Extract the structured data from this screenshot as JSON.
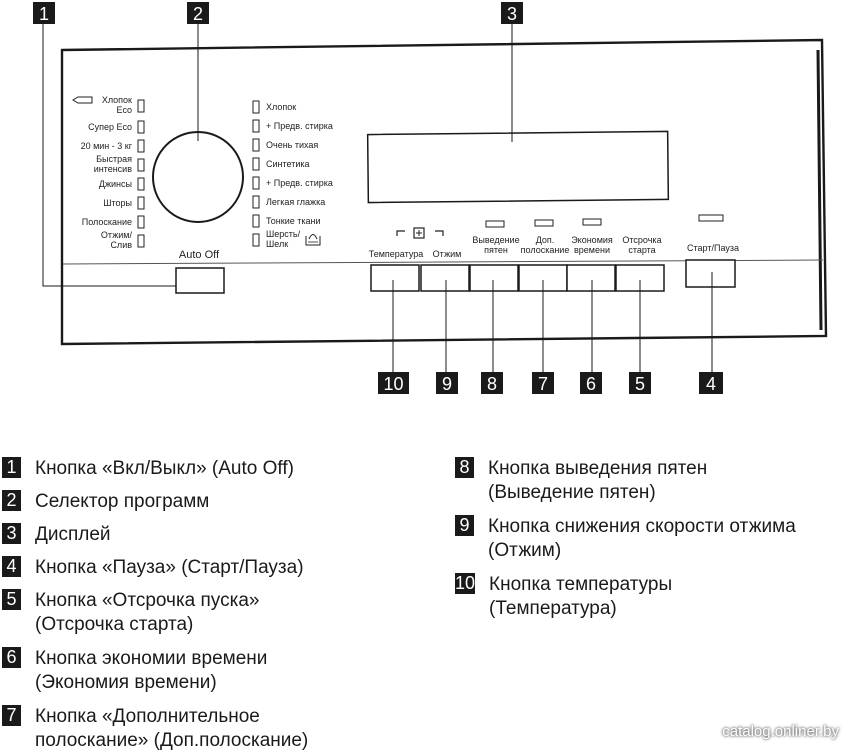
{
  "panel": {
    "left_programs": [
      {
        "label": "Хлопок\nEco",
        "eco_tag": true
      },
      {
        "label": "Супер Eco"
      },
      {
        "label": "20 мин - 3 кг"
      },
      {
        "label": "Быстрая\nинтенсив"
      },
      {
        "label": "Джинсы"
      },
      {
        "label": "Шторы"
      },
      {
        "label": "Полоскание"
      },
      {
        "label": "Отжим/\nСлив"
      }
    ],
    "right_programs": [
      {
        "label": "Хлопок"
      },
      {
        "label": "+ Предв. стирка"
      },
      {
        "label": "Очень тихая"
      },
      {
        "label": "Синтетика"
      },
      {
        "label": "+ Предв. стирка"
      },
      {
        "label": "Легкая глажка"
      },
      {
        "label": "Тонкие ткани"
      },
      {
        "label": "Шерсть/\nШелк",
        "icon": "handwash-icon"
      }
    ],
    "auto_off_label": "Auto Off",
    "option_buttons": [
      {
        "label": "Температура"
      },
      {
        "label": "Отжим"
      },
      {
        "label": "Выведение\nпятен"
      },
      {
        "label": "Доп.\nполоскание"
      },
      {
        "label": "Экономия\nвремени"
      },
      {
        "label": "Отсрочка\nстарта"
      }
    ],
    "start_pause_label": "Старт/Пауза"
  },
  "callouts_top": [
    "1",
    "2",
    "3"
  ],
  "callouts_bottom": [
    "10",
    "9",
    "8",
    "7",
    "6",
    "5",
    "4"
  ],
  "legend": [
    {
      "num": "1",
      "text": "Кнопка «Вкл/Выкл» (Auto Off)"
    },
    {
      "num": "2",
      "text": "Селектор программ"
    },
    {
      "num": "3",
      "text": "Дисплей"
    },
    {
      "num": "4",
      "text": "Кнопка «Пауза» (Старт/Пауза)"
    },
    {
      "num": "5",
      "text": "Кнопка «Отсрочка пуска»\n(Отсрочка старта)"
    },
    {
      "num": "6",
      "text": "Кнопка экономии времени\n(Экономия времени)"
    },
    {
      "num": "7",
      "text": "Кнопка «Дополнительное\nполоскание» (Доп.полоскание)"
    },
    {
      "num": "8",
      "text": "Кнопка выведения пятен\n(Выведение пятен)"
    },
    {
      "num": "9",
      "text": "Кнопка снижения скорости отжима\n(Отжим)"
    },
    {
      "num": "10",
      "text": "Кнопка температуры\n(Температура)"
    }
  ],
  "watermark": "catalog.onliner.by"
}
